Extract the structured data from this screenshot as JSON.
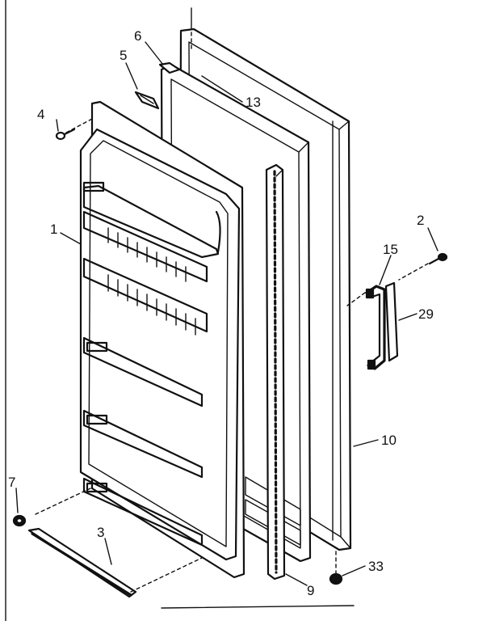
{
  "diagram": {
    "callouts": [
      {
        "id": "c1",
        "label": "1"
      },
      {
        "id": "c2",
        "label": "2"
      },
      {
        "id": "c3",
        "label": "3"
      },
      {
        "id": "c4",
        "label": "4"
      },
      {
        "id": "c5",
        "label": "5"
      },
      {
        "id": "c6",
        "label": "6"
      },
      {
        "id": "c7",
        "label": "7"
      },
      {
        "id": "c9",
        "label": "9"
      },
      {
        "id": "c10",
        "label": "10"
      },
      {
        "id": "c13",
        "label": "13"
      },
      {
        "id": "c15",
        "label": "15"
      },
      {
        "id": "c29",
        "label": "29"
      },
      {
        "id": "c33",
        "label": "33"
      }
    ]
  }
}
